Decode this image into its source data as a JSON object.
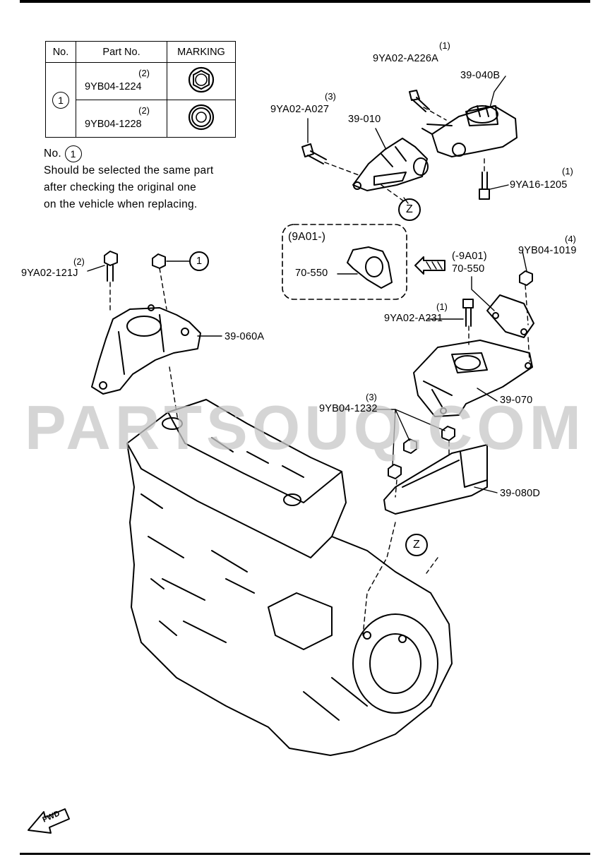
{
  "table": {
    "headers": [
      "No.",
      "Part No.",
      "MARKING"
    ],
    "rows": [
      {
        "qty": "(2)",
        "part_no": "9YB04-1224"
      },
      {
        "qty": "(2)",
        "part_no": "9YB04-1228"
      }
    ],
    "row_no": "1"
  },
  "note": {
    "prefix": "No.",
    "num": "1",
    "line1": "Should be selected the same part",
    "line2": "after checking the original one",
    "line3": "on the vehicle when replacing."
  },
  "labels": {
    "l_9ya02a226a": "9YA02-A226A",
    "q_9ya02a226a": "(1)",
    "l_39040b": "39-040B",
    "l_9ya02a027": "9YA02-A027",
    "q_9ya02a027": "(3)",
    "l_39010": "39-010",
    "l_9ya161205": "9YA16-1205",
    "q_9ya161205": "(1)",
    "l_z1": "Z",
    "l_9a01": "(9A01-)",
    "l_70550a": "70-550",
    "l_9a01b": "(-9A01)",
    "l_70550b": "70-550",
    "l_9yb041019": "9YB04-1019",
    "q_9yb041019": "(4)",
    "l_9ya02121j": "9YA02-121J",
    "q_9ya02121j": "(2)",
    "l_circle1": "1",
    "l_39060a": "39-060A",
    "l_9ya02a231": "9YA02-A231",
    "q_9ya02a231": "(1)",
    "l_39070": "39-070",
    "l_9yb041232": "9YB04-1232",
    "q_9yb041232": "(3)",
    "l_39080d": "39-080D",
    "l_z2": "Z",
    "l_fwd": "FWD"
  },
  "watermark": "PARTSOUQ.COM"
}
